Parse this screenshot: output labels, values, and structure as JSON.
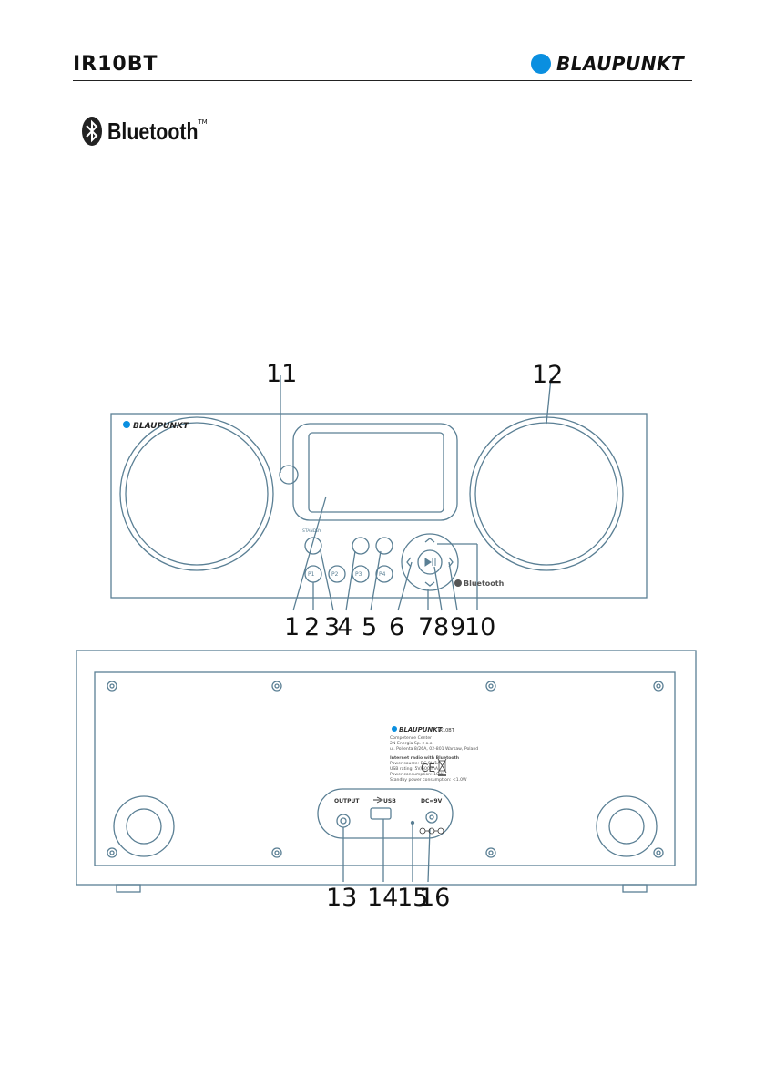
{
  "header": {
    "model": "IR10BT",
    "brand": "BLAUPUNKT"
  },
  "bluetooth_logo": {
    "word": "Bluetooth",
    "tm": "TM"
  },
  "front_view": {
    "device_brand": "BLAUPUNKT",
    "standby_label": "STANDBY",
    "preset_buttons": [
      "P1",
      "P2",
      "P3",
      "P4"
    ],
    "bluetooth_mark": "Bluetooth",
    "callouts": [
      "1",
      "2",
      "3",
      "4",
      "5",
      "6",
      "7",
      "8",
      "9",
      "10",
      "11",
      "12"
    ]
  },
  "rear_view": {
    "label_brand": "BLAUPUNKT",
    "label_model": "IR10BT",
    "label_lines": [
      "Competence Center",
      "2N-Energia Sp. z o.o.",
      "ul. Pollenta 8/26A, 02-801 Warsaw, Poland",
      "Internet radio with Bluetooth",
      "Power source: DC 9V/1A",
      "USB rating: 5V/500 mA",
      "Power consumption: 10W",
      "Standby power consumption: <1.0W"
    ],
    "ce_mark": "CE",
    "port_output": "OUTPUT",
    "port_usb": "USB",
    "port_dc": "DC=9V",
    "callouts": [
      "13",
      "14",
      "15",
      "16"
    ]
  }
}
